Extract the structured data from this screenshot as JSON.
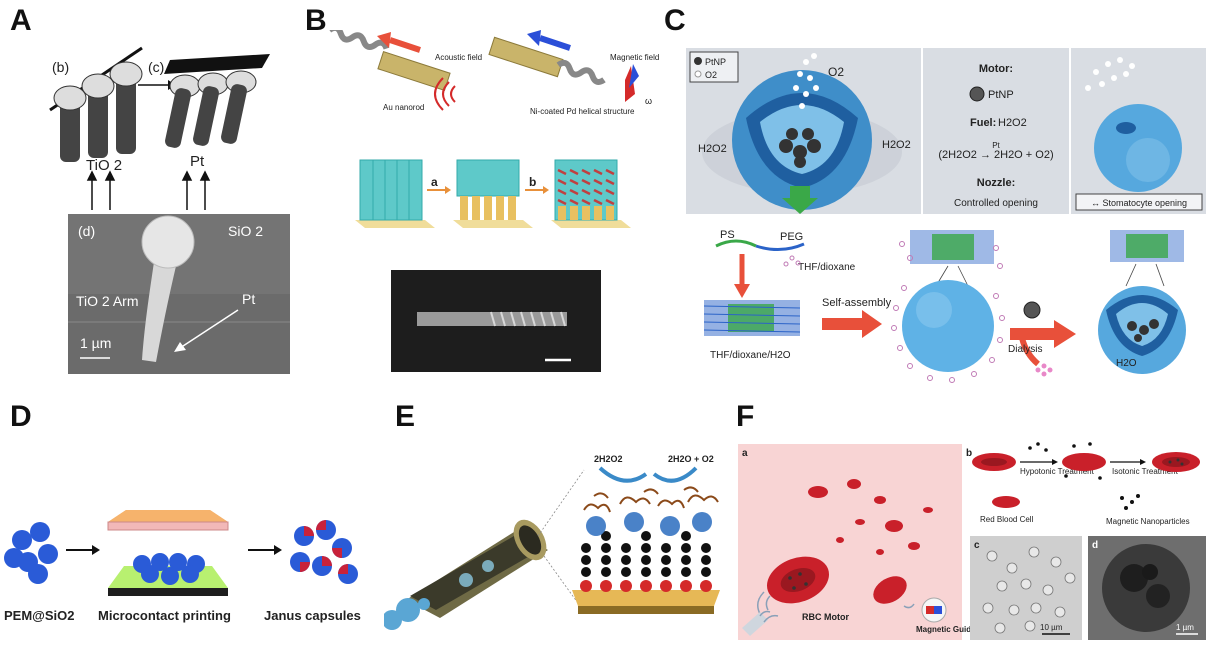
{
  "panels": {
    "A": {
      "label": "A",
      "sub_b": "(b)",
      "sub_c": "(c)",
      "tio2": "TiO 2",
      "pt": "Pt",
      "sem": {
        "sub": "(d)",
        "sio2": "SiO 2",
        "arm": "TiO 2 Arm",
        "pt": "Pt",
        "scale": "1 µm"
      }
    },
    "B": {
      "label": "B",
      "acoustic": "Acoustic field",
      "au_nanorod": "Au nanorod",
      "magnetic": "Magnetic field",
      "ni_pd": "Ni-coated Pd helical structure",
      "omega": "ω",
      "step_a": "a",
      "step_b": "b"
    },
    "C": {
      "label": "C",
      "legend_ptnp": "PtNP",
      "legend_o2": "O2",
      "o2": "O2",
      "h2o2_left": "H2O2",
      "h2o2_right": "H2O2",
      "motor_title": "Motor:",
      "motor_val": "PtNP",
      "fuel_title": "Fuel:",
      "fuel_val": "H2O2",
      "reaction": "(2H2O2 → 2H2O + O2)",
      "reaction_cat": "Pt",
      "nozzle_title": "Nozzle:",
      "nozzle_val": "Controlled opening",
      "stomatocyte": "↔ Stomatocyte opening",
      "ps": "PS",
      "peg": "PEG",
      "thf_dioxane": "THF/dioxane",
      "thf_dioxane_h2o": "THF/dioxane/H2O",
      "self_assembly": "Self-assembly",
      "dialysis": "Dialysis",
      "h2o": "H2O"
    },
    "D": {
      "label": "D",
      "pem": "PEM@SiO2",
      "printing": "Microcontact printing",
      "janus": "Janus capsules"
    },
    "E": {
      "label": "E",
      "h2o2": "2H2O2",
      "products": "2H2O + O2"
    },
    "F": {
      "label": "F",
      "sub_a": "a",
      "sub_b": "b",
      "sub_c": "c",
      "sub_d": "d",
      "rbc_motor": "RBC Motor",
      "magnetic_guidance": "Magnetic Guidance",
      "hypotonic": "Hypotonic Treatment",
      "isotonic": "Isotonic Treatment",
      "rbc": "Red Blood Cell",
      "magnetic_np": "Magnetic Nanoparticles",
      "scale_c": "10 µm",
      "scale_d": "1 µm"
    }
  },
  "colors": {
    "red_arrow": "#e8503a",
    "blue_arrow": "#2b4fd8",
    "teal": "#5ec9c9",
    "gold": "#e0b85a",
    "sphere_blue": "#2a5bd7",
    "janus_red": "#c8223a",
    "c_bg": "#d9dde3",
    "rbc_red": "#c9202a",
    "f_bg": "#f8d4d4"
  }
}
